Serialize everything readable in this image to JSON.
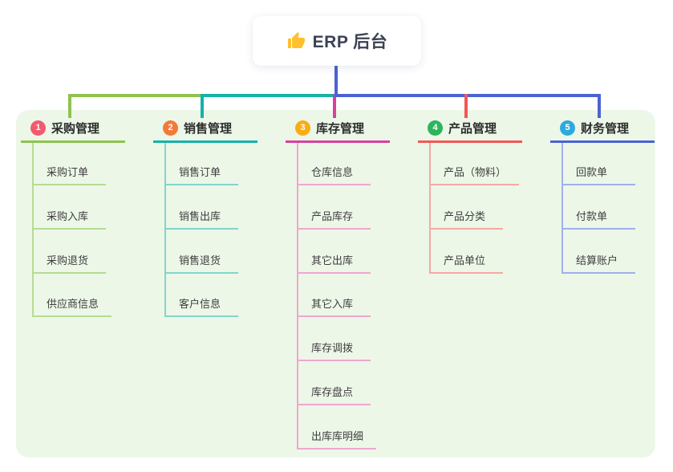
{
  "root": {
    "title": "ERP 后台",
    "icon": "thumbs-up"
  },
  "panel": {
    "background_color": "#ecf7e8"
  },
  "connector": {
    "root_line_color": "#4a63d3",
    "icon_color": "#ffc02e"
  },
  "branches": [
    {
      "badge": "1",
      "label": "采购管理",
      "badge_color": "#f25a70",
      "line_color": "#8ec34f",
      "child_line_color": "#b5dc92",
      "children": [
        "采购订单",
        "采购入库",
        "采购退货",
        "供应商信息"
      ]
    },
    {
      "badge": "2",
      "label": "销售管理",
      "badge_color": "#f3793b",
      "line_color": "#14b2a8",
      "child_line_color": "#82d5cc",
      "children": [
        "销售订单",
        "销售出库",
        "销售退货",
        "客户信息"
      ]
    },
    {
      "badge": "3",
      "label": "库存管理",
      "badge_color": "#f8ad17",
      "line_color": "#d8409f",
      "child_line_color": "#f0a6cf",
      "children": [
        "仓库信息",
        "产品库存",
        "其它出库",
        "其它入库",
        "库存调拨",
        "库存盘点",
        "出库库明细"
      ]
    },
    {
      "badge": "4",
      "label": "产品管理",
      "badge_color": "#2eb45c",
      "line_color": "#f25757",
      "child_line_color": "#f6a9a2",
      "children": [
        "产品（物料）",
        "产品分类",
        "产品单位"
      ]
    },
    {
      "badge": "5",
      "label": "财务管理",
      "badge_color": "#2caade",
      "line_color": "#4a63d3",
      "child_line_color": "#9fb0ec",
      "children": [
        "回款单",
        "付款单",
        "结算账户"
      ]
    }
  ]
}
